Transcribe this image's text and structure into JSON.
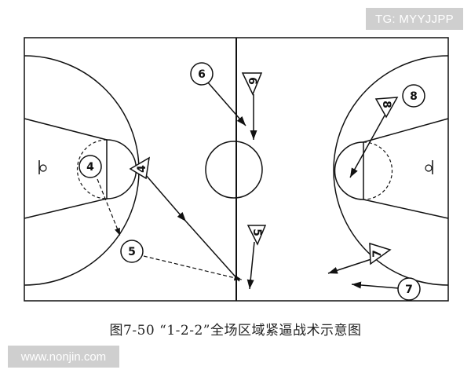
{
  "watermark_top": "TG: MYYJJPP",
  "watermark_bottom": "www.nonjin.com",
  "caption": "图7-50 “1-2-2”全场区域紧逼战术示意图",
  "players": {
    "p4_circle": "4",
    "p4_triangle": "4",
    "p5_circle": "5",
    "p5_triangle": "5",
    "p6_circle": "6",
    "p6_triangle": "6",
    "p7_circle": "7",
    "p7_triangle": "7",
    "p8_circle": "8",
    "p8_triangle": "8"
  }
}
